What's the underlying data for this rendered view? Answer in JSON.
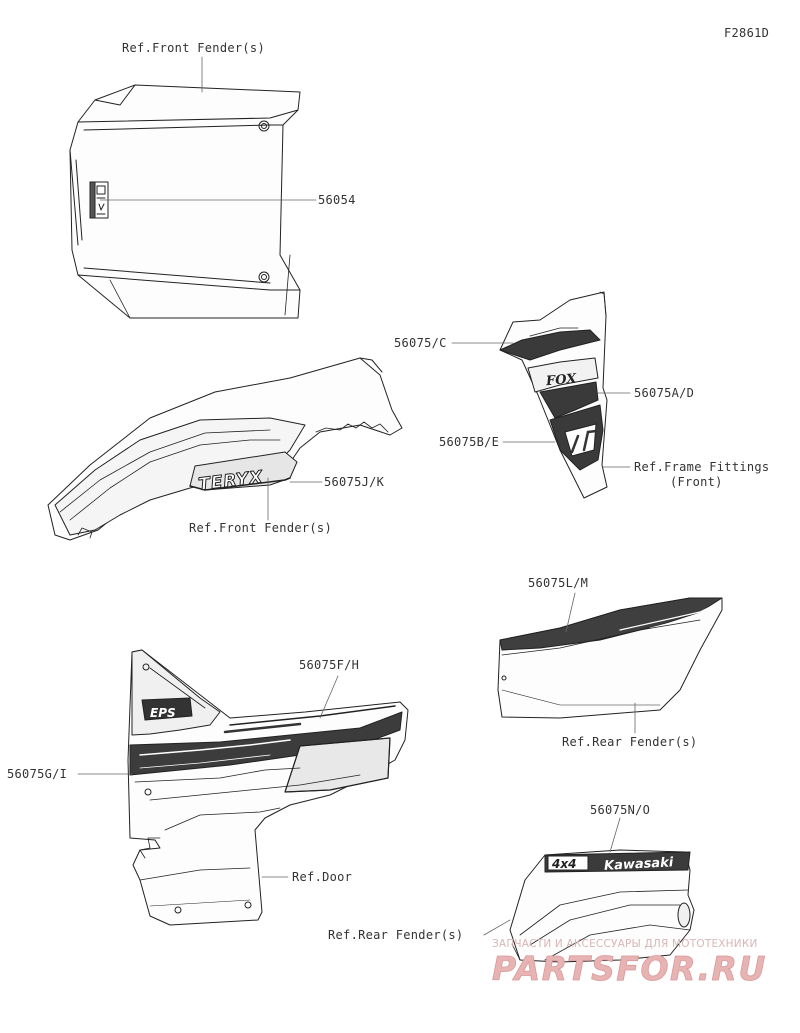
{
  "diagram_id": "F2861D",
  "callouts": {
    "ref_front_fender_top": "Ref.Front Fender(s)",
    "p56054": "56054",
    "p56075c": "56075/C",
    "p56075ad": "56075A/D",
    "p56075be": "56075B/E",
    "ref_frame_fittings_1": "Ref.Frame Fittings",
    "ref_frame_fittings_2": "(Front)",
    "p56075jk": "56075J/K",
    "ref_front_fender_mid": "Ref.Front Fender(s)",
    "p56075lm": "56075L/M",
    "ref_rear_fender_mid": "Ref.Rear Fender(s)",
    "p56075fh": "56075F/H",
    "p56075gi": "56075G/I",
    "ref_door": "Ref.Door",
    "p56075no": "56075N/O",
    "ref_rear_fender_bottom": "Ref.Rear Fender(s)"
  },
  "decal_text": {
    "fox": "FOX",
    "teryx": "TERYX",
    "eps": "EPS",
    "kawasaki": "Kawasaki",
    "four_by_four": "4x4"
  },
  "watermark": {
    "line1": "ЗАПЧАСТИ И АКСЕССУАРЫ ДЛЯ МОТОТЕХНИКИ",
    "line2": "PARTSFOR.RU",
    "color": "#e0a3a3"
  }
}
